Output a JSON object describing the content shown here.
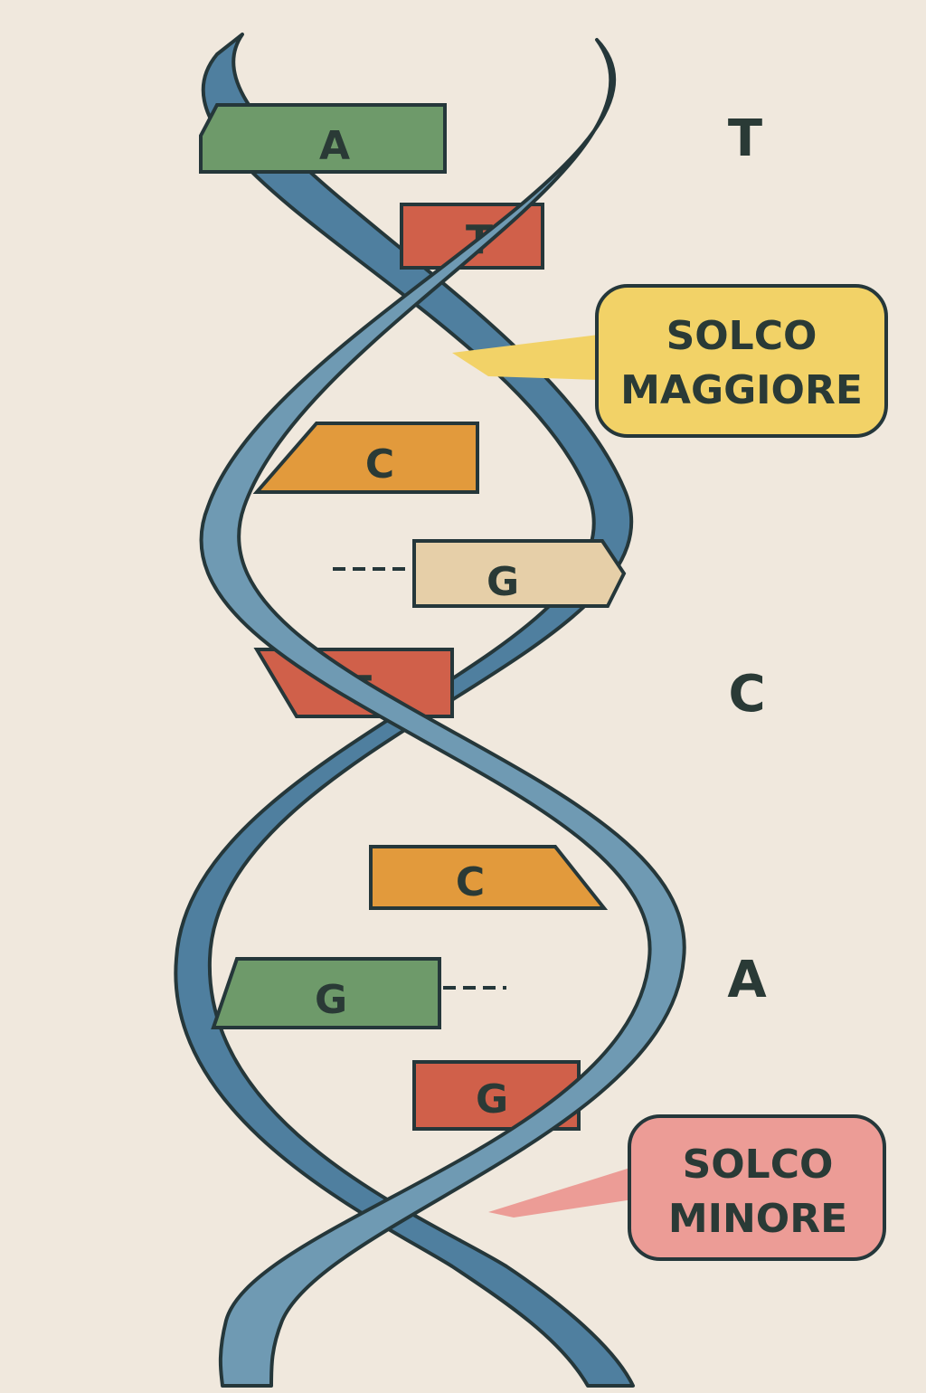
{
  "colors": {
    "background": "#f0e8dd",
    "strand_front": "#6f9ab3",
    "strand_back": "#4f7f9f",
    "outline": "#25373a",
    "base_green": "#6e9a6a",
    "base_red": "#d0604a",
    "base_orange": "#e29a3c",
    "base_tan": "#e6cfa8",
    "major_groove": "#f2d267",
    "minor_groove": "#ec9c96"
  },
  "bases": [
    {
      "letter": "A"
    },
    {
      "letter": "T"
    },
    {
      "letter": "C"
    },
    {
      "letter": "G"
    },
    {
      "letter": "T"
    },
    {
      "letter": "C"
    },
    {
      "letter": "G"
    },
    {
      "letter": "G"
    }
  ],
  "side_letters": [
    "T",
    "C",
    "A"
  ],
  "callouts": {
    "major_groove": {
      "line1": "SOLCO",
      "line2": "MAGGIORE"
    },
    "minor_groove": {
      "line1": "SOLCO",
      "line2": "MINORE"
    }
  }
}
